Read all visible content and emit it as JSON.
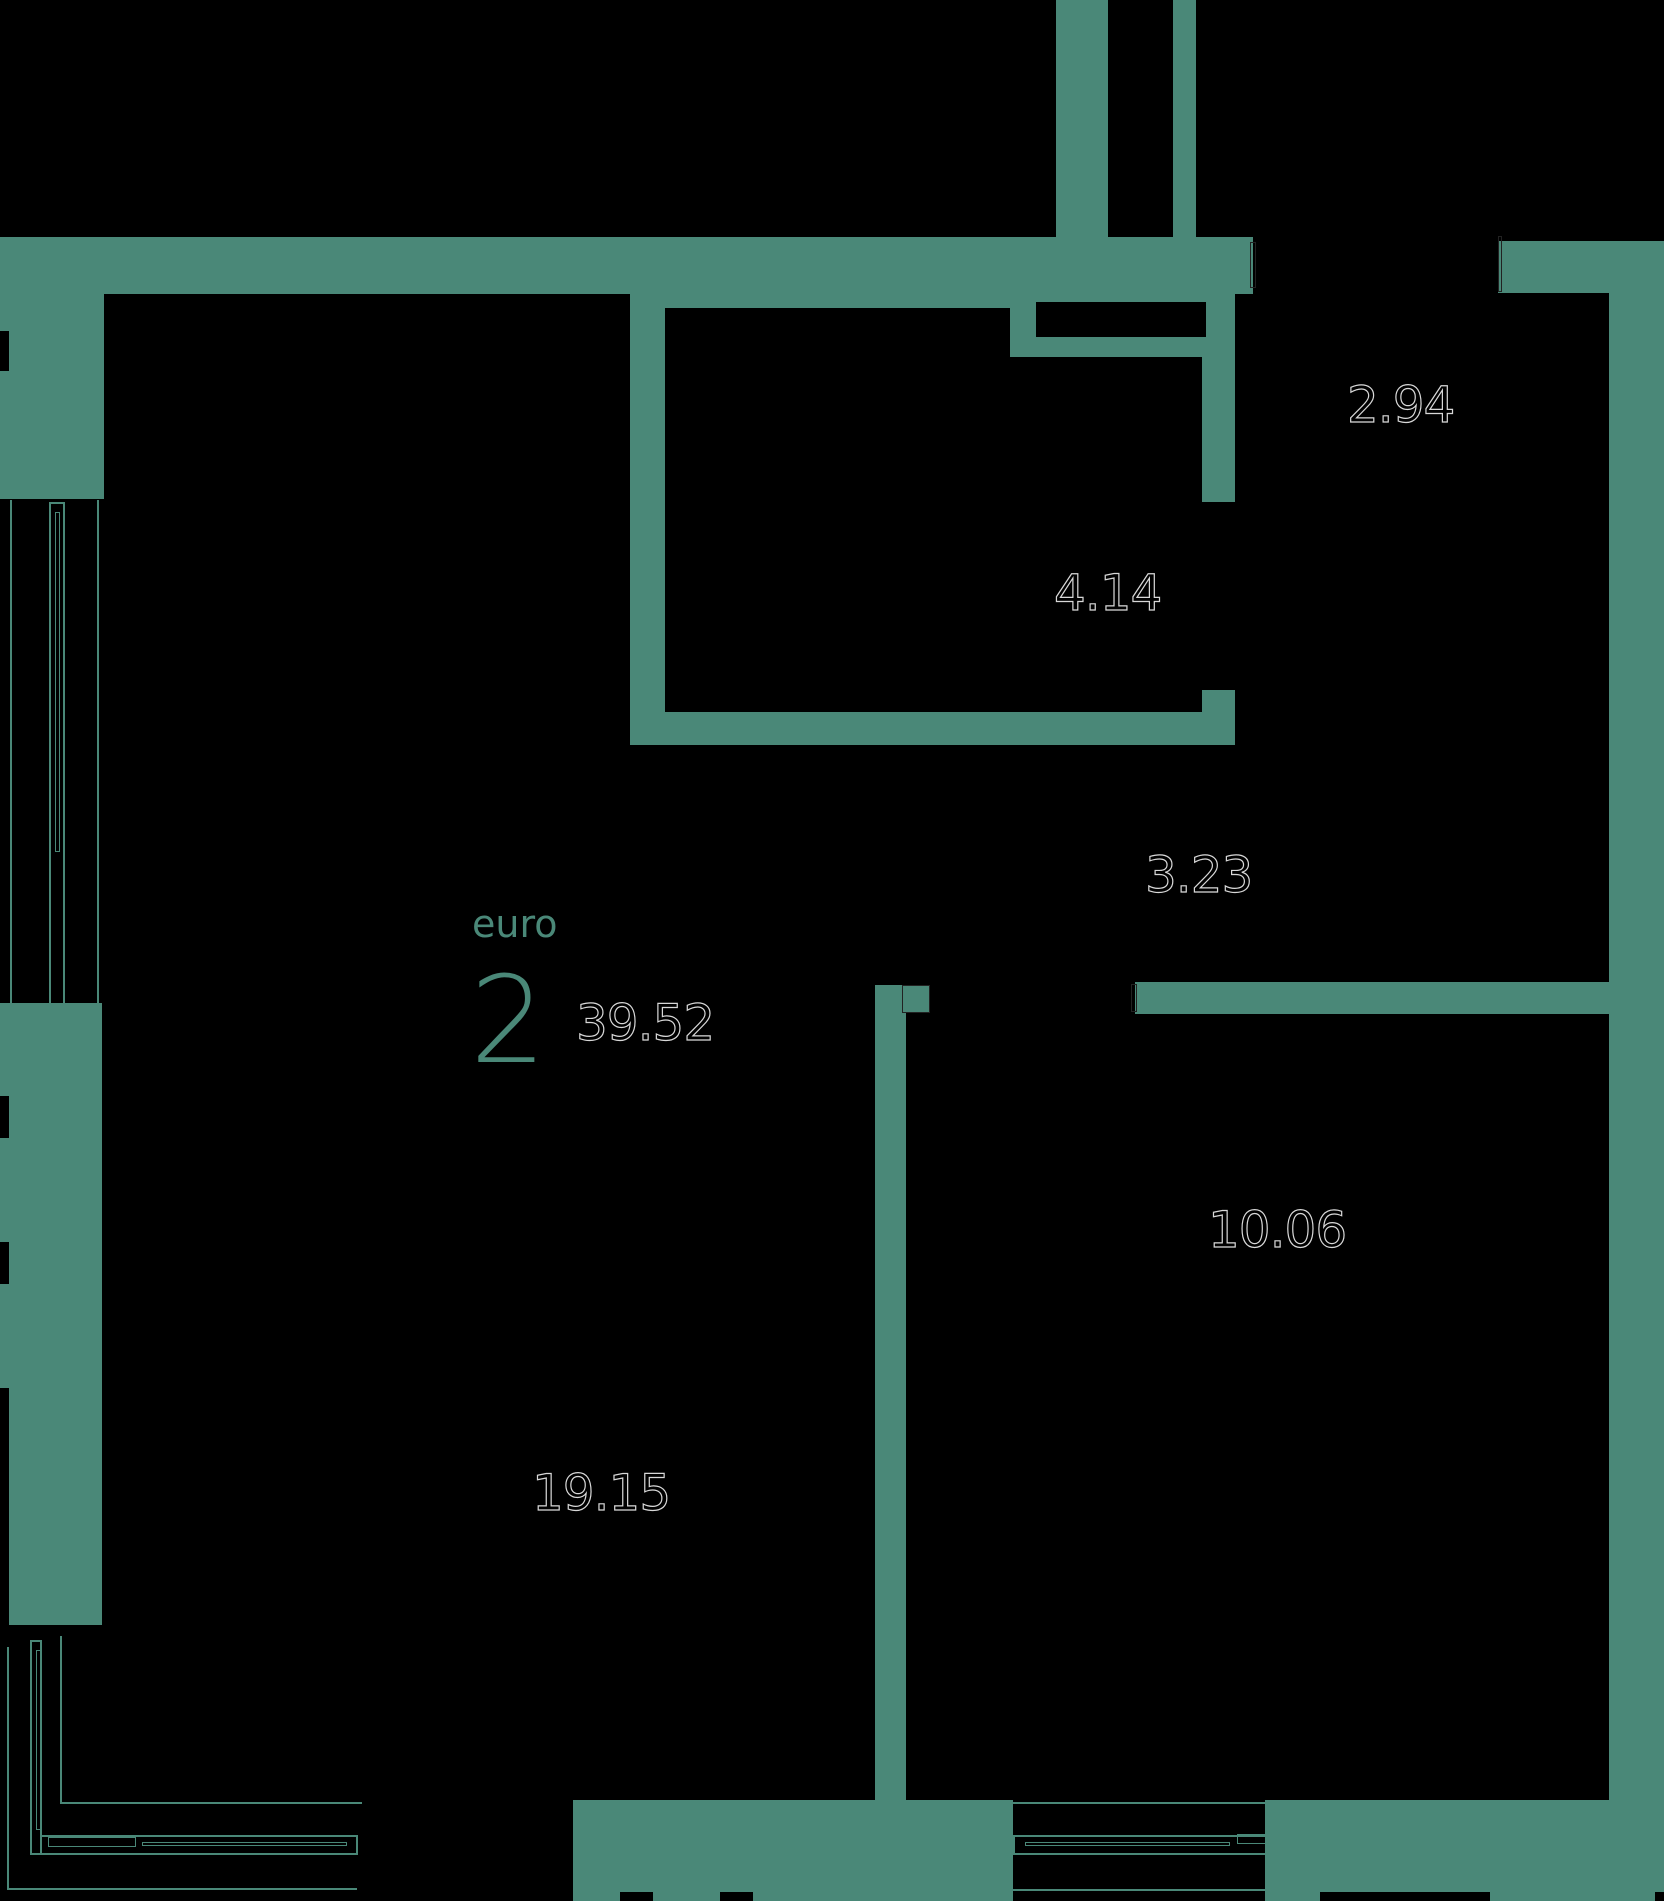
{
  "plan": {
    "type_label": "euro",
    "room_count": "2",
    "total_area": "39.52",
    "accent_color": "#4a8878",
    "background_color": "#000000",
    "rooms": [
      {
        "id": "bathroom",
        "area": "4.14"
      },
      {
        "id": "hallway-top",
        "area": "2.94"
      },
      {
        "id": "corridor",
        "area": "3.23"
      },
      {
        "id": "bedroom",
        "area": "10.06"
      },
      {
        "id": "living-kitchen",
        "area": "19.15"
      }
    ]
  }
}
